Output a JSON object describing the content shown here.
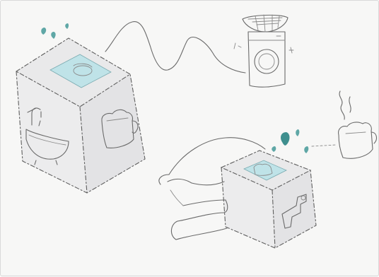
{
  "illustration": {
    "style": "hand-drawn sketch",
    "colors": {
      "background": "#f7f7f6",
      "ink": "#6a6a6a",
      "accent_teal": "#5fa7a6",
      "water_highlight": "#bfe3e8"
    },
    "objects": [
      "left-cube-with-water-screen",
      "bathtub-with-tap-icon",
      "teapot-icon",
      "washing-machine",
      "hand-holding-small-cube",
      "small-cube-with-teapot-screen",
      "teapot-with-steam",
      "water-drops"
    ]
  }
}
